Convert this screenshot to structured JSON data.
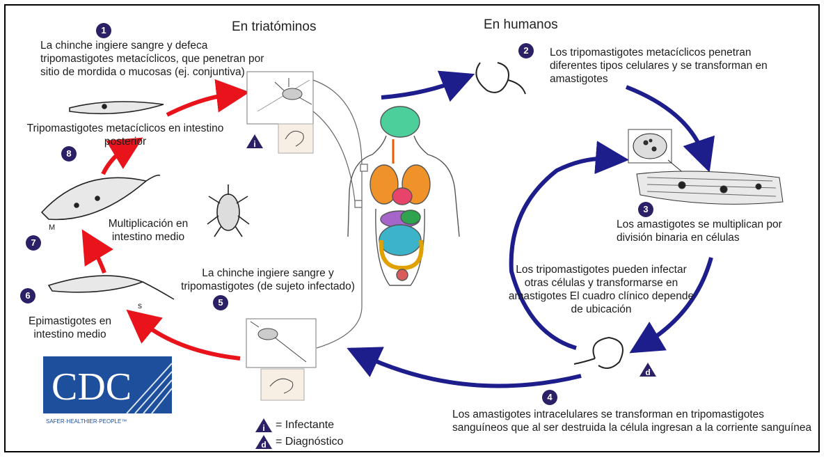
{
  "headers": {
    "vector": "En triatóminos",
    "human": "En humanos"
  },
  "steps": [
    {
      "n": "1",
      "text": "La chinche ingiere sangre y defeca tripomastigotes metacíclicos, que penetran por sitio de mordida o mucosas (ej. conjuntiva)"
    },
    {
      "n": "2",
      "text": "Los tripomastigotes metacíclicos penetran diferentes tipos celulares y se transforman en amastigotes"
    },
    {
      "n": "3",
      "text": "Los amastigotes se multiplican por división binaria en células"
    },
    {
      "n": "4",
      "text": "Los amastigotes intracelulares se transforman en tripomastigotes sanguíneos que al ser destruida la célula ingresan a la corriente sanguínea"
    },
    {
      "n": "5",
      "text": "La chinche ingiere sangre y tripomastigotes (de sujeto infectado)"
    },
    {
      "n": "6",
      "text": "Epimastigotes en intestino medio"
    },
    {
      "n": "7",
      "text": "Multiplicación en intestino medio"
    },
    {
      "n": "8",
      "text": "Tripomastigotes metacíclicos en intestino posterior"
    }
  ],
  "clinical_note": "Los tripomastigotes pueden infectar otras células y transformarse en amastigotes El cuadro clínico depende de ubicación",
  "legend": {
    "infective_symbol": "i",
    "infective_label": "= Infectante",
    "diagnostic_symbol": "d",
    "diagnostic_label": "= Diagnóstico"
  },
  "logo": {
    "text": "CDC",
    "tagline": "SAFER·HEALTHIER·PEOPLE™"
  },
  "marks": {
    "m5": "s",
    "m7": "M"
  },
  "colors": {
    "red_arrow": "#e8131b",
    "blue_arrow": "#1d1d8c",
    "badge": "#2b1f66",
    "cdc_blue": "#1d4f9c"
  }
}
